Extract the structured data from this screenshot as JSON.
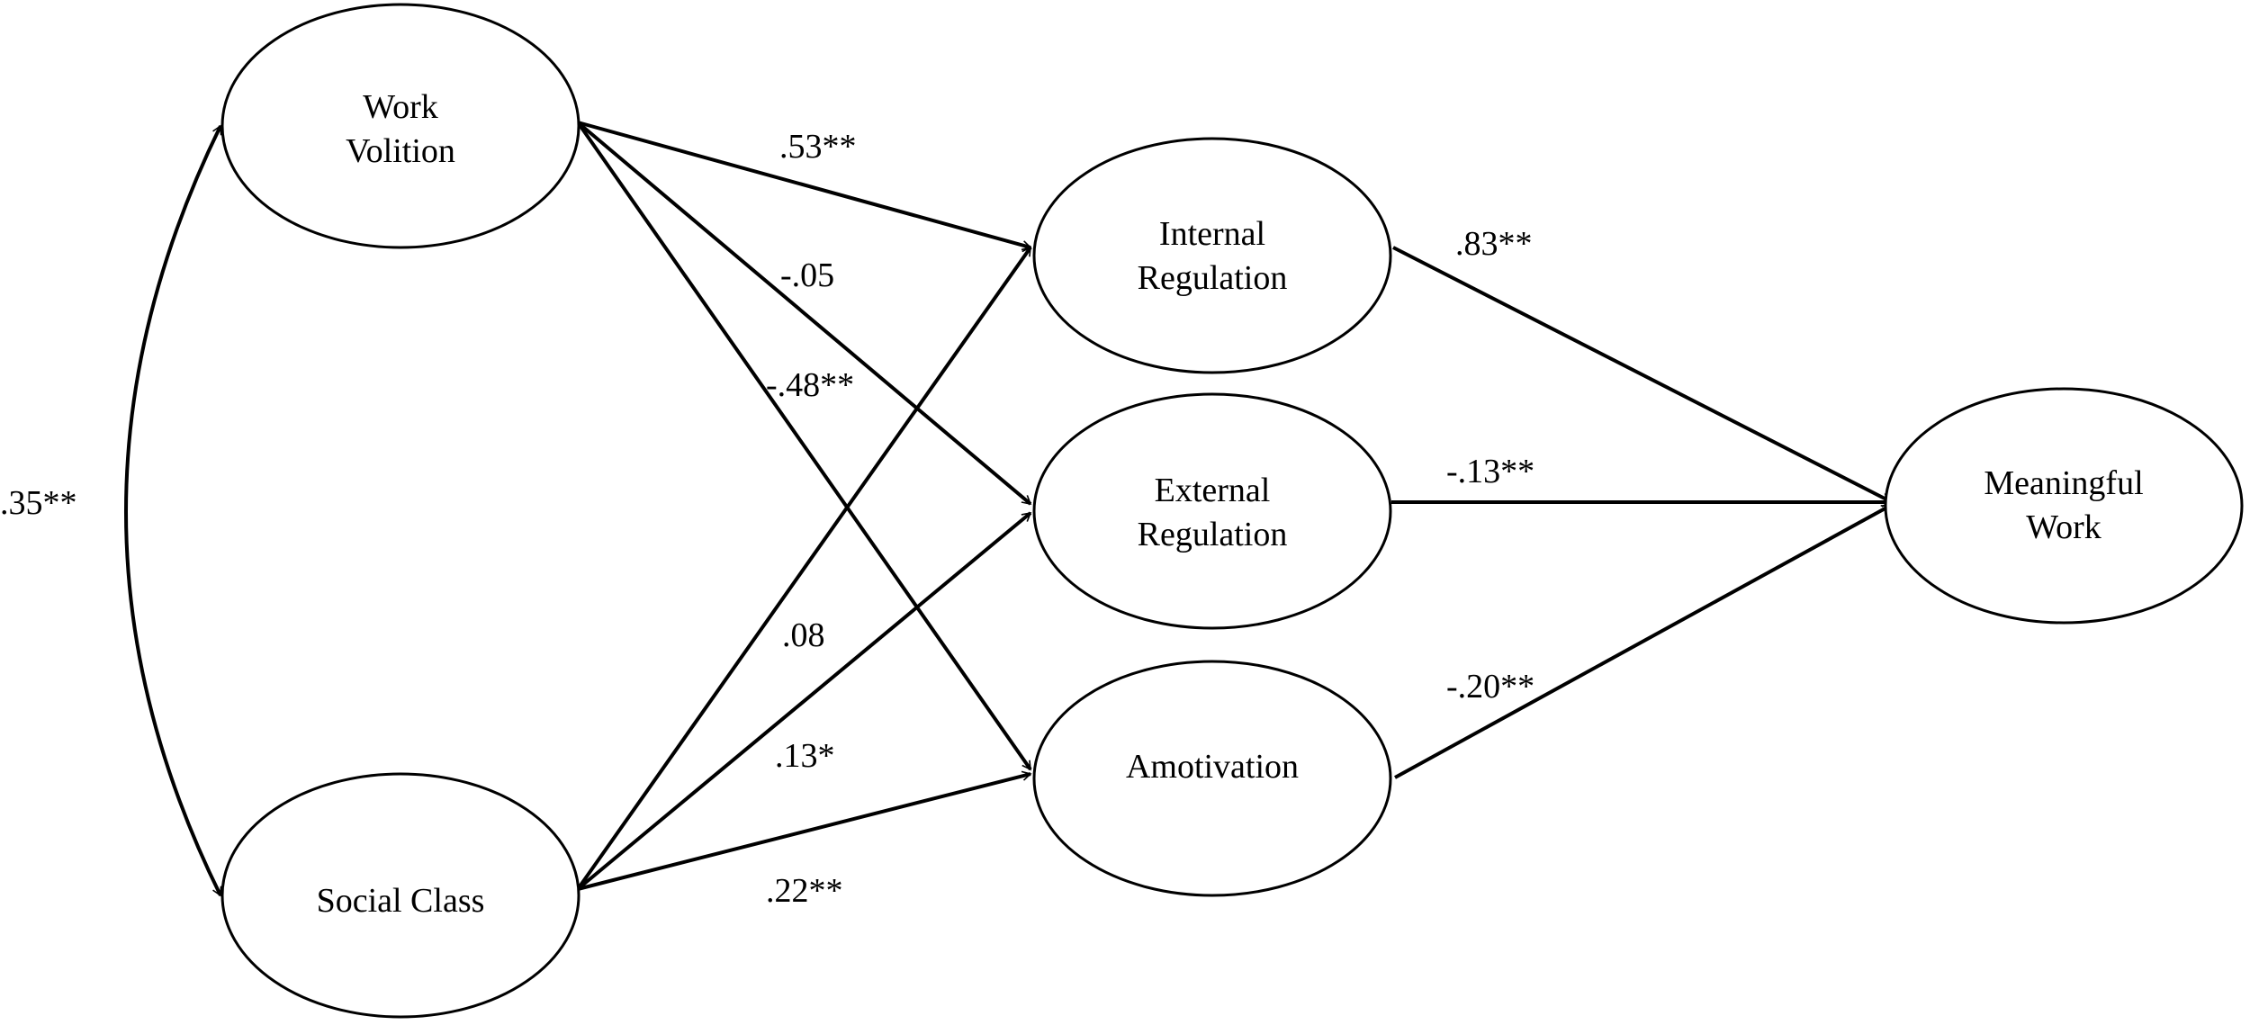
{
  "nodes": {
    "work_volition": {
      "line1": "Work",
      "line2": "Volition"
    },
    "social_class": {
      "line1": "Social Class"
    },
    "internal_regulation": {
      "line1": "Internal",
      "line2": "Regulation"
    },
    "external_regulation": {
      "line1": "External",
      "line2": "Regulation"
    },
    "amotivation": {
      "line1": "Amotivation"
    },
    "meaningful_work": {
      "line1": "Meaningful",
      "line2": "Work"
    }
  },
  "paths": {
    "wv_sc_correlation": ".35**",
    "wv_internal": ".53**",
    "wv_external": "-.05",
    "wv_amotivation": "-.48**",
    "sc_internal": ".08",
    "sc_external": ".13*",
    "sc_amotivation": ".22**",
    "internal_mw": ".83**",
    "external_mw": "-.13**",
    "amotivation_mw": "-.20**"
  },
  "colors": {
    "stroke": "#000000",
    "background": "#ffffff"
  }
}
